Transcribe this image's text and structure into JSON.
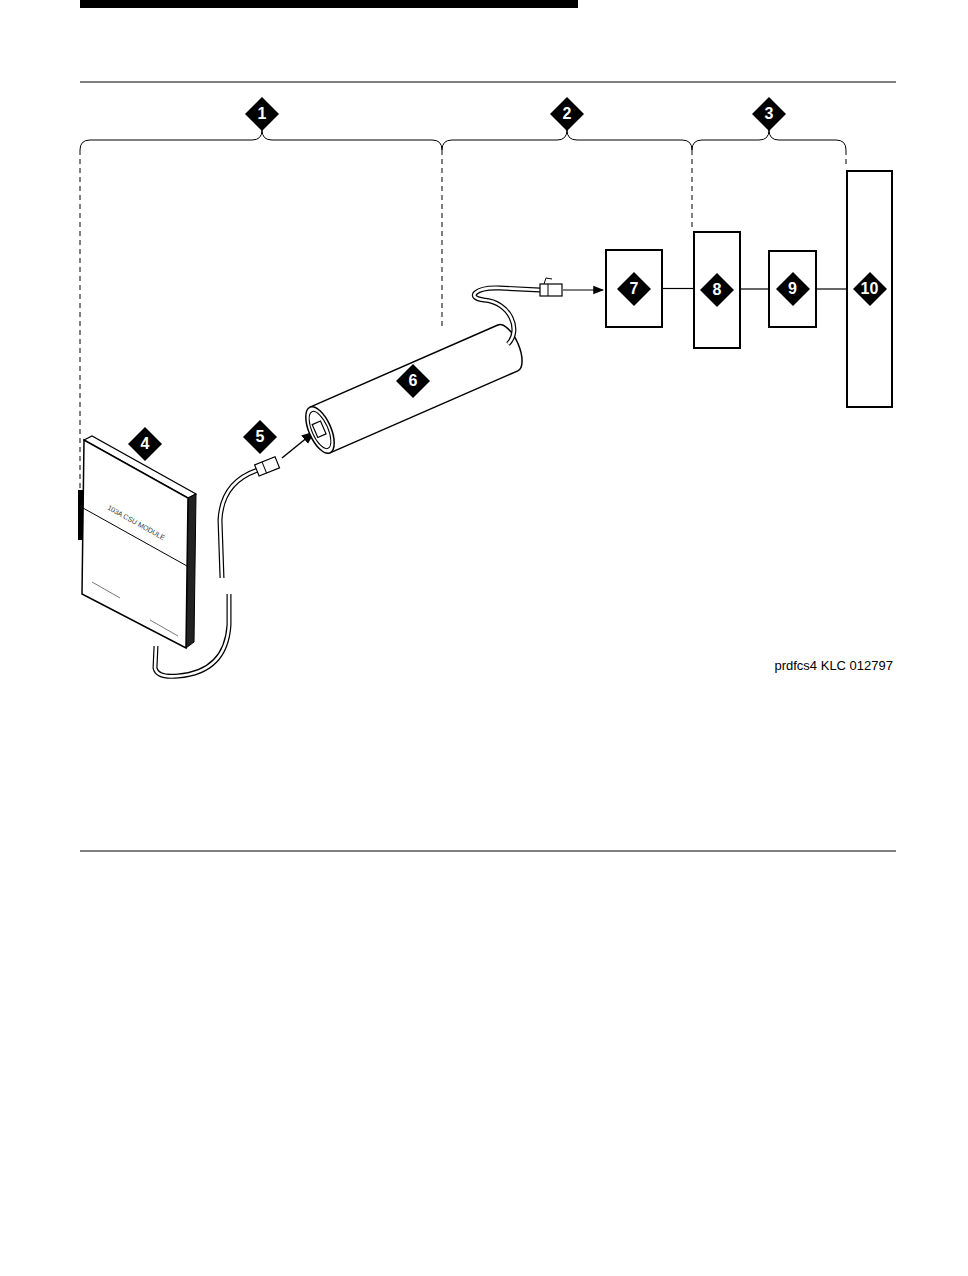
{
  "diagram": {
    "nodes": [
      {
        "text": [
          "7"
        ]
      },
      {
        "text": [
          "8"
        ]
      },
      {
        "text": [
          "9"
        ]
      },
      {
        "text": [
          "10"
        ]
      }
    ],
    "edges": [
      {
        "from": 0,
        "to": 1,
        "arrow": "none"
      },
      {
        "from": 1,
        "to": 2,
        "arrow": "none"
      },
      {
        "from": 2,
        "to": 3,
        "arrow": "none"
      }
    ],
    "labels": [
      "1",
      "2",
      "3",
      "4",
      "5",
      "6",
      "103A CSU MODULE",
      "prdfcs4 KLC 012797"
    ]
  }
}
